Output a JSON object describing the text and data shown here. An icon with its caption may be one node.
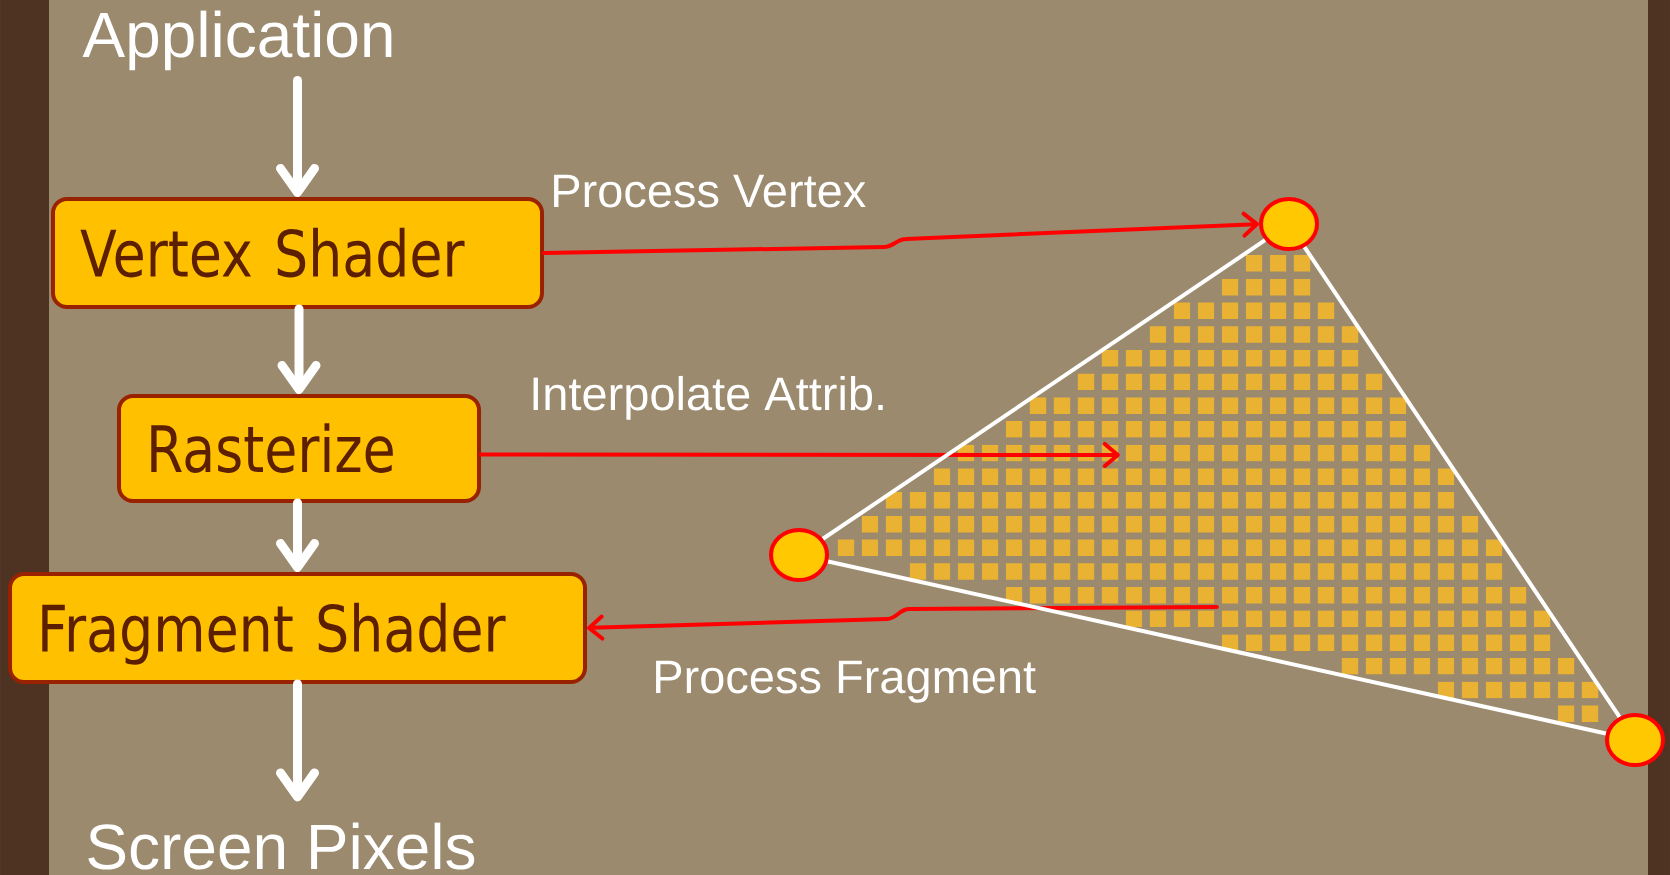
{
  "diagram": {
    "nodes": [
      {
        "text": [
          "Application"
        ]
      },
      {
        "text": [
          "Vertex Shader"
        ]
      },
      {
        "text": [
          "Rasterize"
        ]
      },
      {
        "text": [
          "Fragment Shader"
        ]
      },
      {
        "text": [
          "Screen Pixels"
        ]
      },
      {
        "text": [],
        "shape": "circle"
      },
      {
        "text": [],
        "shape": "circle"
      },
      {
        "text": [],
        "shape": "circle"
      }
    ],
    "edges": [
      {
        "from": 0,
        "to": 1,
        "arrow": "to",
        "style": "thick"
      },
      {
        "from": 1,
        "to": 2,
        "arrow": "to",
        "style": "thick"
      },
      {
        "from": 2,
        "to": 3,
        "arrow": "to",
        "style": "thick"
      },
      {
        "from": 3,
        "to": 4,
        "arrow": "to",
        "style": "thick"
      },
      {
        "from": 1,
        "to": 6,
        "arrow": "to",
        "label": "Process Vertex",
        "color": "#ff0000"
      },
      {
        "from": 2,
        "to": null,
        "arrow": "to",
        "label": "Interpolate Attrib.",
        "color": "#ff0000"
      },
      {
        "from": null,
        "to": 3,
        "arrow": "to",
        "label": "Process Fragment",
        "color": "#ff0000"
      },
      {
        "from": 5,
        "to": 6,
        "arrow": "none"
      },
      {
        "from": 6,
        "to": 7,
        "arrow": "none"
      },
      {
        "from": 7,
        "to": 5,
        "arrow": "none"
      }
    ]
  }
}
